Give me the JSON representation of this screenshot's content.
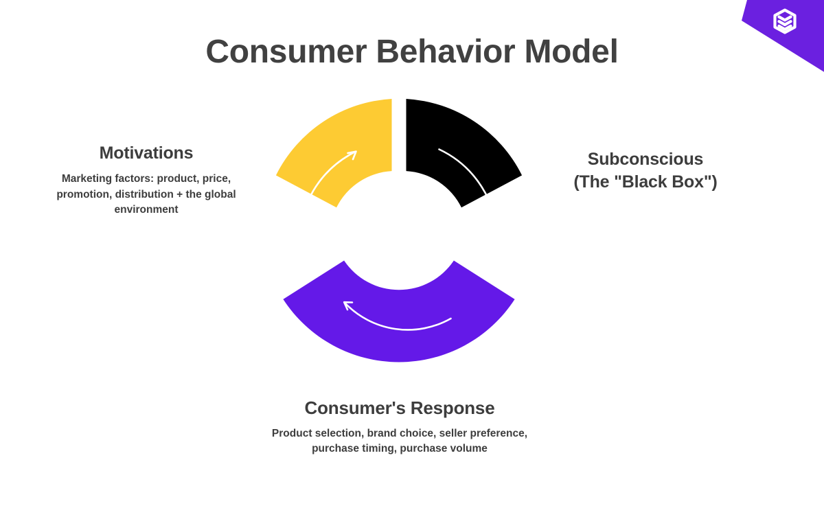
{
  "page": {
    "title": "Consumer Behavior Model",
    "background_color": "#FFFFFF",
    "title_color": "#414141"
  },
  "badge": {
    "name": "brand-logo-badge",
    "icon": "layered-hexagon-stack-logo",
    "background_color": "#6B20E0",
    "icon_color": "#FFFFFF"
  },
  "chart_data": {
    "type": "pie",
    "variant": "donut",
    "title": "Consumer Behavior Model",
    "center": [
      581,
      345
    ],
    "outer_radius": 201,
    "inner_radius": 96,
    "gap_degrees": 6,
    "legend": "outside-labels",
    "categories": [
      "Motivations",
      "Subconscious (The \"Black Box\")",
      "Consumer's Response"
    ],
    "values": [
      33.33,
      33.33,
      33.33
    ],
    "colors": [
      "#FDCB33",
      "#000000",
      "#6419E8"
    ],
    "segments": [
      {
        "id": "motivations",
        "label": "Motivations",
        "value": 33.33,
        "color": "#FDCB33",
        "start_angle": 243,
        "end_angle": 357,
        "arrow_direction": "clockwise",
        "position": "left"
      },
      {
        "id": "subconscious",
        "label": "Subconscious (The \"Black Box\")",
        "value": 33.33,
        "color": "#000000",
        "start_angle": 3,
        "end_angle": 117,
        "arrow_direction": "clockwise",
        "position": "right"
      },
      {
        "id": "consumers-response",
        "label": "Consumer's Response",
        "value": 33.33,
        "color": "#6419E8",
        "start_angle": 123,
        "end_angle": 237,
        "arrow_direction": "counter-clockwise",
        "position": "bottom"
      }
    ]
  },
  "labels": {
    "motivations": {
      "heading": "Motivations",
      "body": "Marketing factors: product, price, promotion, distribution + the global environment"
    },
    "subconscious": {
      "heading_line1": "Subconscious",
      "heading_line2": "(The \"Black Box\")"
    },
    "response": {
      "heading": "Consumer's Response",
      "body": "Product selection, brand choice, seller preference, purchase timing, purchase volume"
    }
  }
}
